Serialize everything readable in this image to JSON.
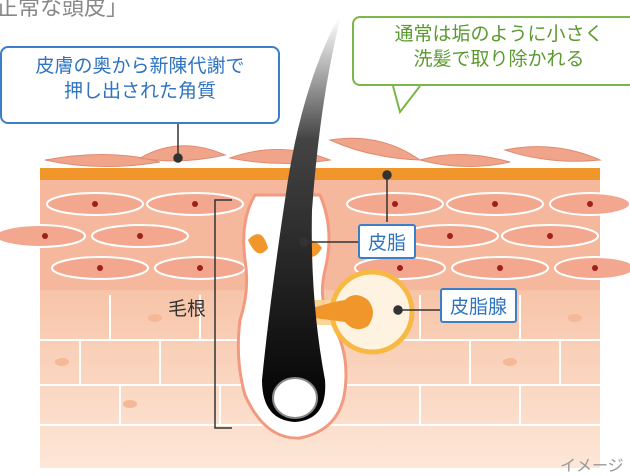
{
  "title": "正常な頭皮」",
  "callouts": {
    "keratin": [
      "皮膚の奥から新陳代謝で",
      "押し出された角質"
    ],
    "removal": [
      "通常は垢のように小さく",
      "洗髪で取り除かれる"
    ]
  },
  "labels": {
    "sebum": "皮脂",
    "sebaceous_gland": "皮脂腺",
    "hair_root": "毛根"
  },
  "note": "イメージ",
  "colors": {
    "blue": "#3a7fc8",
    "green": "#7ab648",
    "orange": "#f0962a",
    "skin": "#f6c9b0"
  }
}
